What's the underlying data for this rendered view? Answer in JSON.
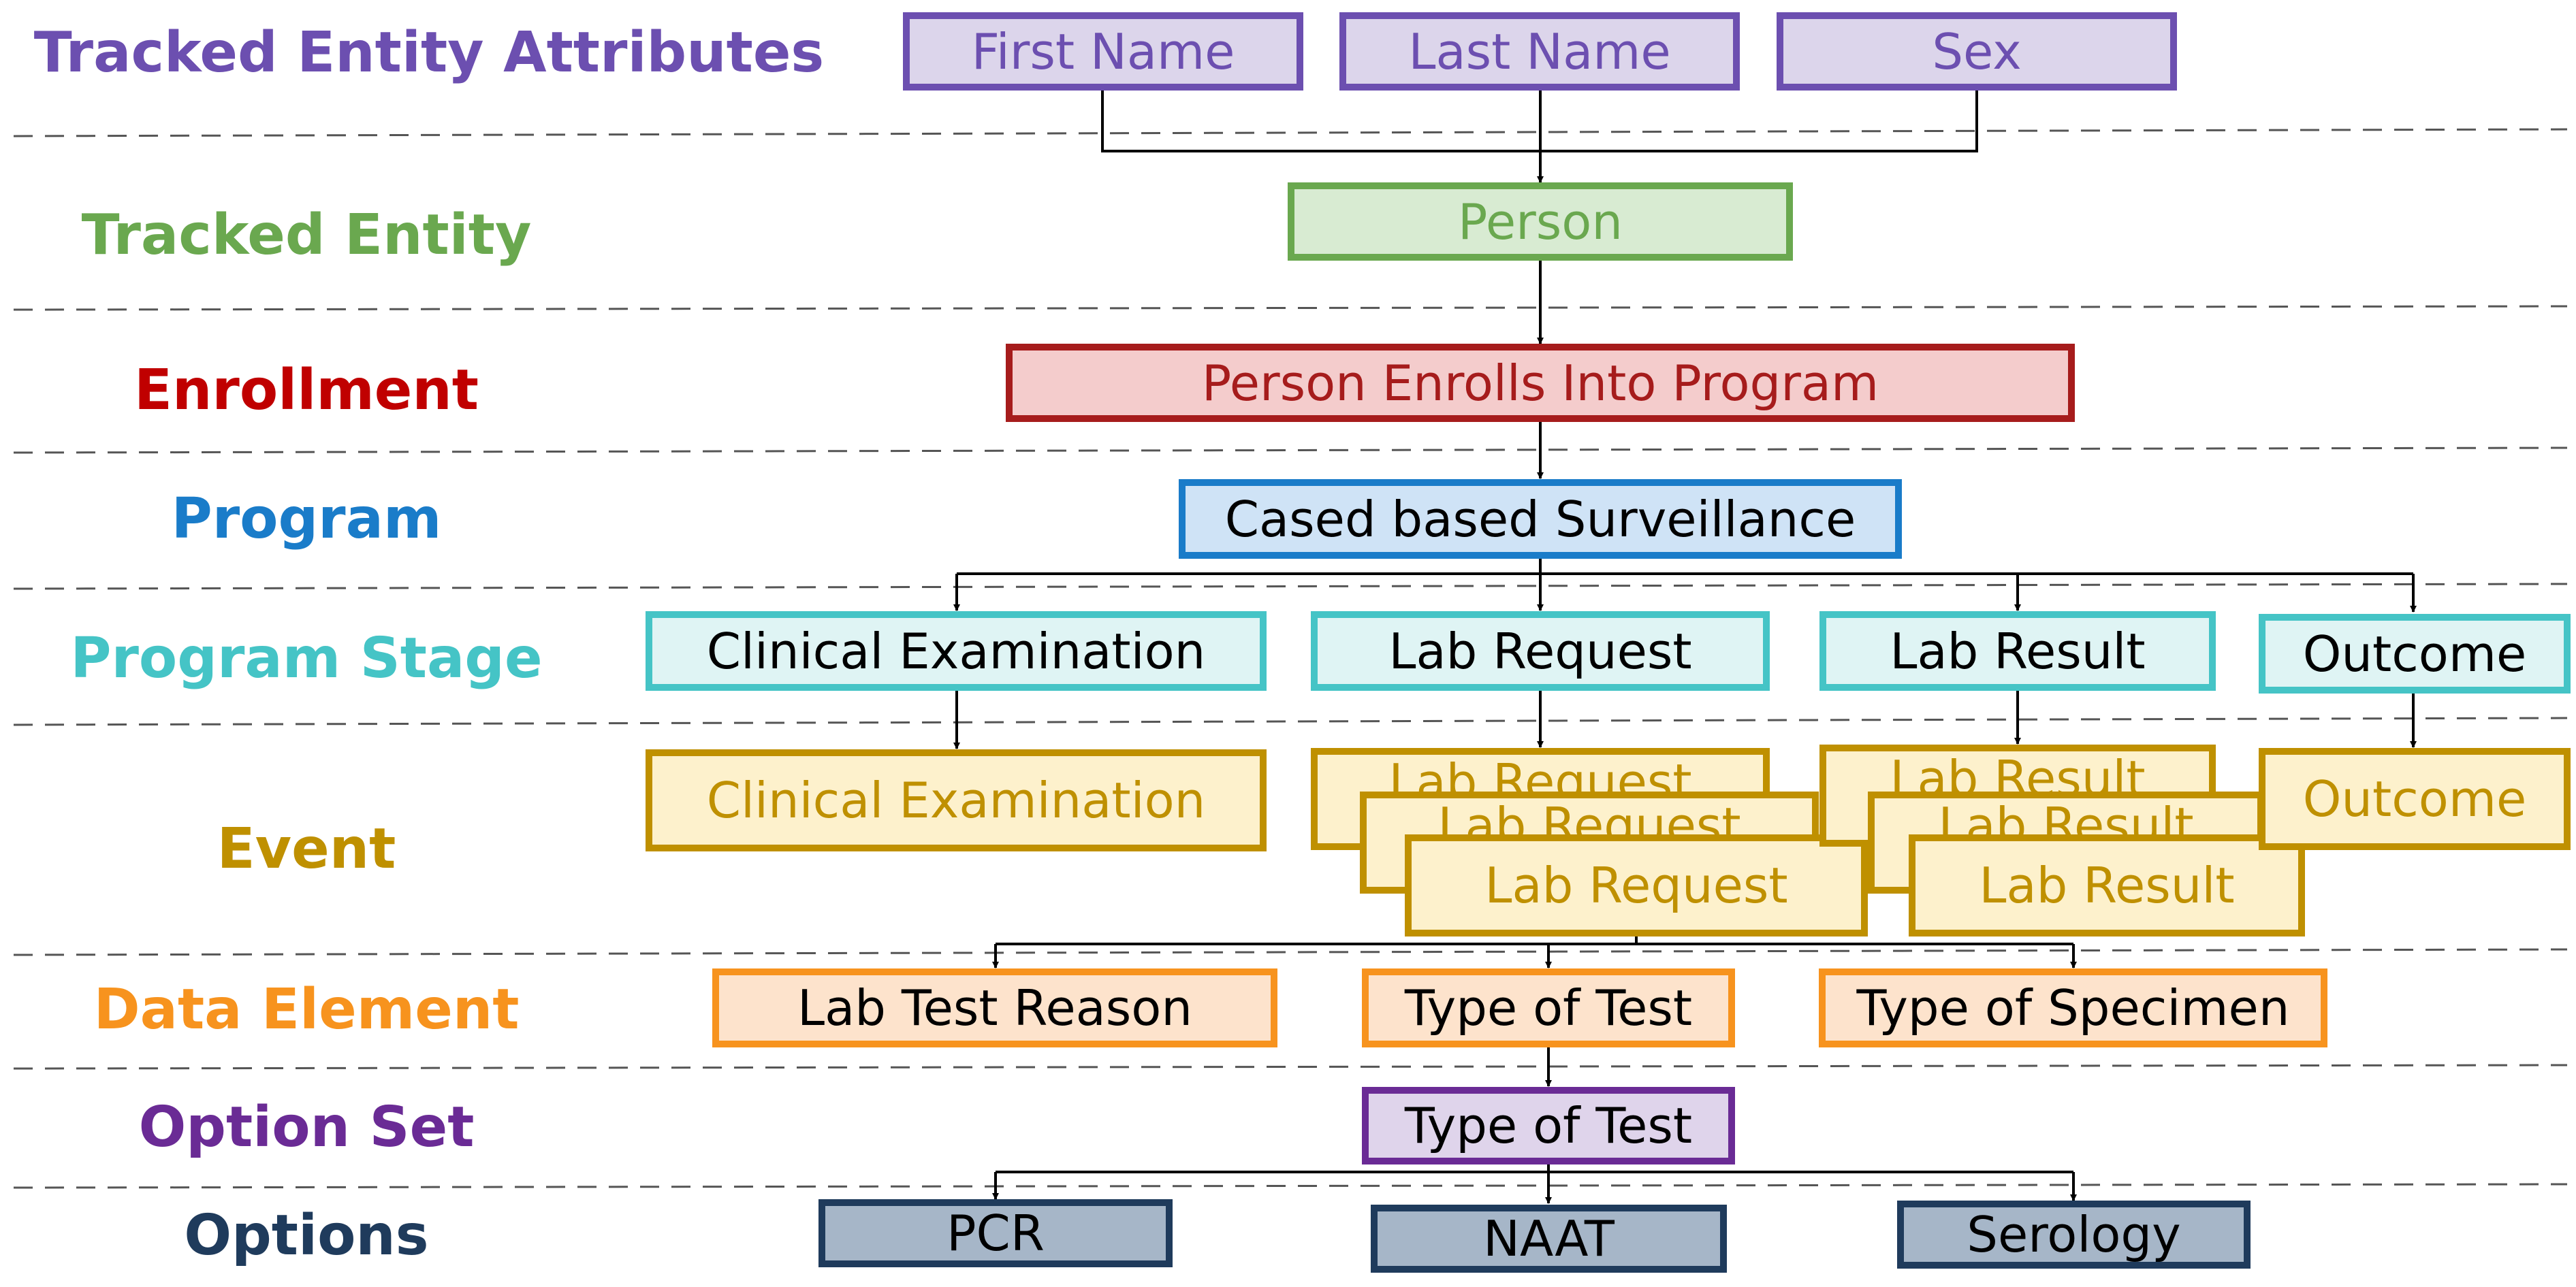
{
  "rows": {
    "attributes": "Tracked Entity Attributes",
    "entity": "Tracked Entity",
    "enrollment": "Enrollment",
    "program": "Program",
    "stage": "Program Stage",
    "event": "Event",
    "data_element": "Data Element",
    "option_set": "Option Set",
    "options": "Options"
  },
  "attributes": [
    "First Name",
    "Last Name",
    "Sex"
  ],
  "tracked_entity": "Person",
  "enrollment": "Person Enrolls Into Program",
  "program": "Cased based Surveillance",
  "stages": [
    "Clinical Examination",
    "Lab Request",
    "Lab Result",
    "Outcome"
  ],
  "events": {
    "clinical": "Clinical Examination",
    "lab_request": [
      "Lab Request",
      "Lab Request",
      "Lab Request"
    ],
    "lab_result": [
      "Lab Result",
      "Lab Result",
      "Lab Result"
    ],
    "outcome": "Outcome"
  },
  "data_elements": [
    "Lab Test Reason",
    "Type of Test",
    "Type of Specimen"
  ],
  "option_set": "Type of Test",
  "options": [
    "PCR",
    "NAAT",
    "Serology"
  ],
  "colors": {
    "attributes": "#6c4fb0",
    "entity": "#6aa84f",
    "enrollment": "#c00000",
    "program": "#1a7cc9",
    "stage": "#45c4c6",
    "event": "#bf9000",
    "data_element": "#f7931e",
    "option_set": "#6a2b95",
    "options": "#1f3b5c"
  }
}
